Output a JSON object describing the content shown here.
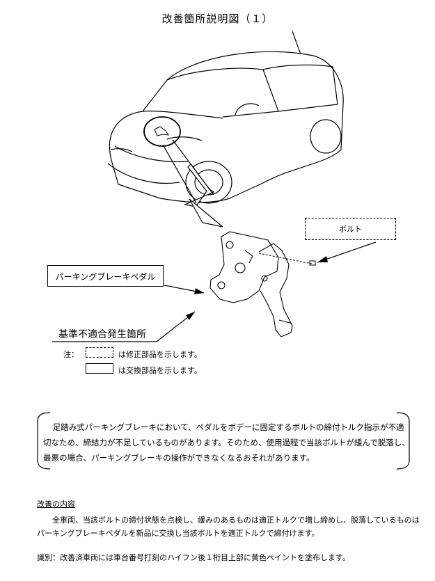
{
  "title": "改善箇所説明図（１）",
  "labels": {
    "bolt": "ボルト",
    "parking_brake_pedal": "パーキングブレーキペダル",
    "noncompliance_location": "基準不適合発生箇所"
  },
  "legend": {
    "prefix": "注：",
    "dashed": "は修正部品を示します。",
    "solid": "は交換部品を示します。"
  },
  "description": "足踏み式パーキングブレーキにおいて、ペダルをボデーに固定するボルトの締付トルク指示が不適切なため、締結力が不足しているものがあります。そのため、使用過程で当該ボルトが緩んで脱落し、最悪の場合、パーキングブレーキの操作ができなくなるおそれがあります。",
  "improvement": {
    "heading": "改善の内容",
    "text": "全車両、当該ボルトの締付状態を点検し、緩みのあるものは適正トルクで増し締めし、脱落しているものはパーキングブレーキペダルを新品に交換し当該ボルトを適正トルクで締付けます。"
  },
  "identification": "識別：改善済車両には車台番号打刻のハイフン後１桁目上部に黄色ペイントを塗布します。"
}
